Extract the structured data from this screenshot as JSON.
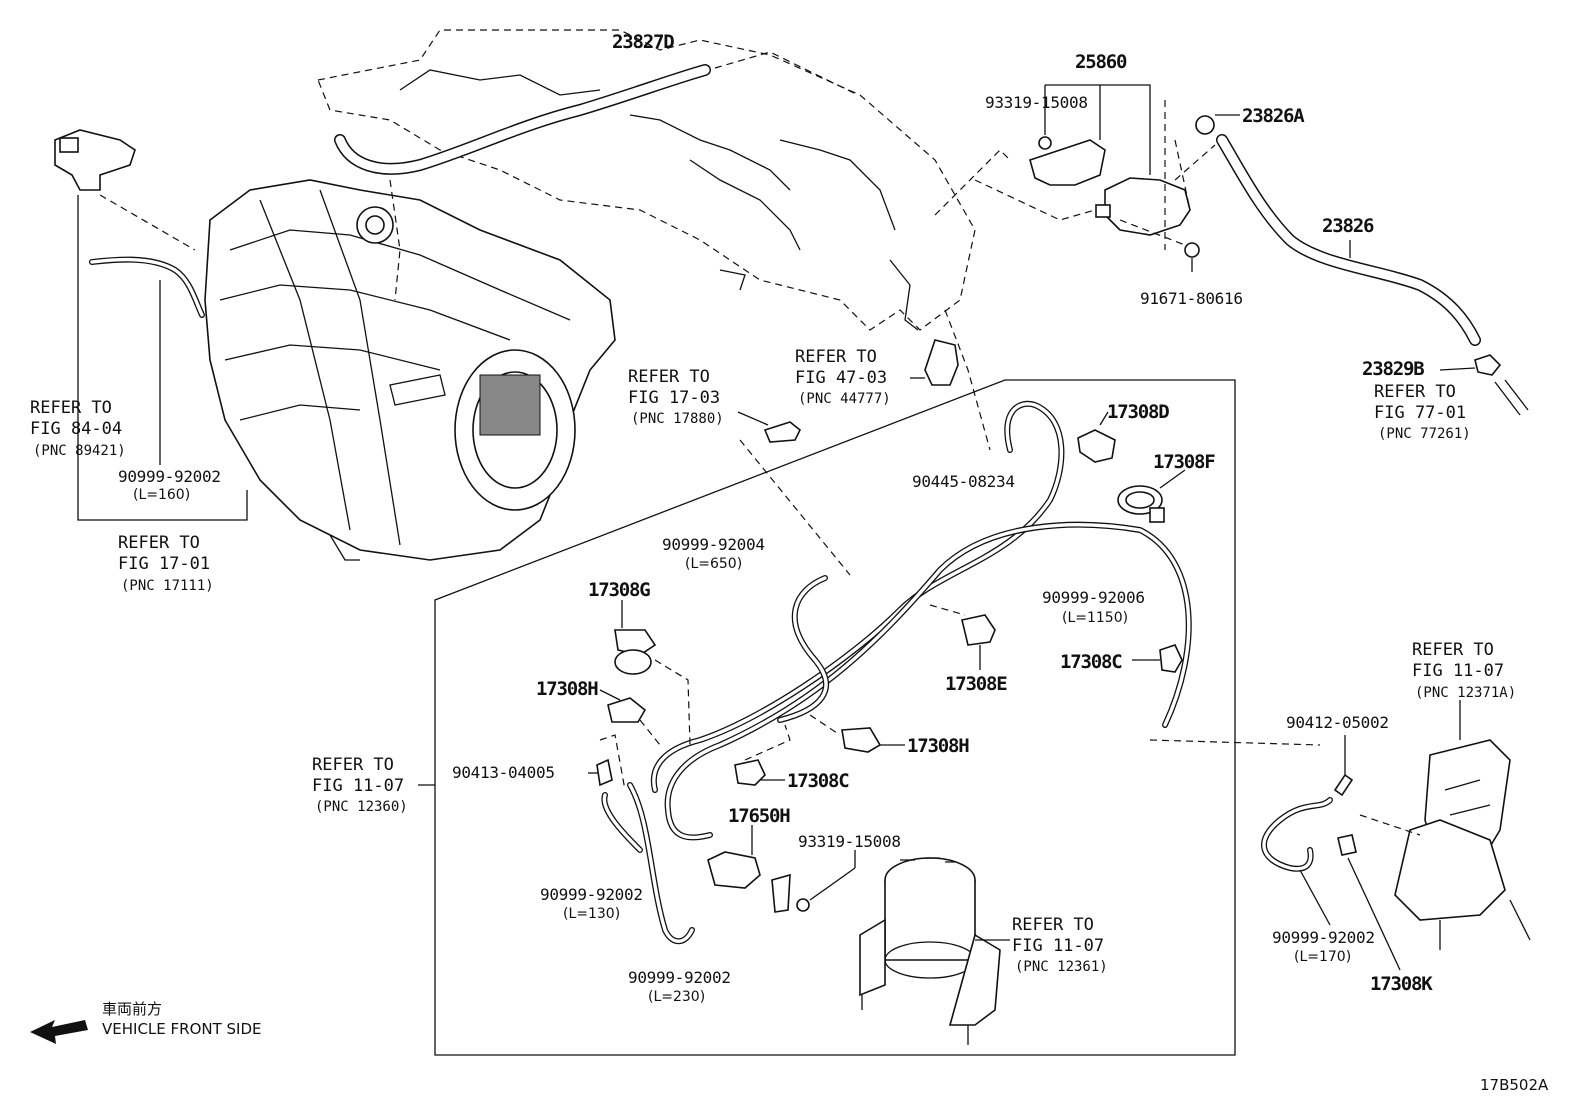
{
  "labels": {
    "p23827D": "23827D",
    "p25860": "25860",
    "p93319a": "93319-15008",
    "p23826A": "23826A",
    "p23826": "23826",
    "p91671": "91671-80616",
    "p23829B": "23829B",
    "p17308D": "17308D",
    "p17308F": "17308F",
    "p90445": "90445-08234",
    "p90999_92004": "90999-92004",
    "l650": "(L=650)",
    "p90999_92006": "90999-92006",
    "l1150": "(L=1150)",
    "p17308G": "17308G",
    "p17308E": "17308E",
    "p17308C_r": "17308C",
    "p17308H_l": "17308H",
    "p17308H_r": "17308H",
    "p17308C_l": "17308C",
    "p90413": "90413-04005",
    "p17650H": "17650H",
    "p93319b": "93319-15008",
    "p90999_92002_130": "90999-92002",
    "l130": "(L=130)",
    "p90999_92002_230": "90999-92002",
    "l230": "(L=230)",
    "p90999_92002_160": "90999-92002",
    "l160": "(L=160)",
    "p90412": "90412-05002",
    "p90999_92002_170": "90999-92002",
    "l170": "(L=170)",
    "p17308K": "17308K",
    "diagram_code": "17B502A"
  },
  "refs": {
    "r8404": {
      "l1": "REFER TO",
      "l2": "FIG 84-04",
      "l3": "(PNC 89421)"
    },
    "r1701": {
      "l1": "REFER TO",
      "l2": "FIG 17-01",
      "l3": "(PNC 17111)"
    },
    "r1703": {
      "l1": "REFER TO",
      "l2": "FIG 17-03",
      "l3": "(PNC 17880)"
    },
    "r4703": {
      "l1": "REFER TO",
      "l2": "FIG 47-03",
      "l3": "(PNC 44777)"
    },
    "r7701": {
      "l1": "REFER TO",
      "l2": "FIG 77-01",
      "l3": "(PNC 77261)"
    },
    "r12360": {
      "l1": "REFER TO",
      "l2": "FIG 11-07",
      "l3": "(PNC 12360)"
    },
    "r12361": {
      "l1": "REFER TO",
      "l2": "FIG 11-07",
      "l3": "(PNC 12361)"
    },
    "r12371": {
      "l1": "REFER TO",
      "l2": "FIG 11-07",
      "l3": "(PNC 12371A)"
    }
  },
  "front": {
    "jp": "車両前方",
    "en": "VEHICLE FRONT SIDE"
  }
}
